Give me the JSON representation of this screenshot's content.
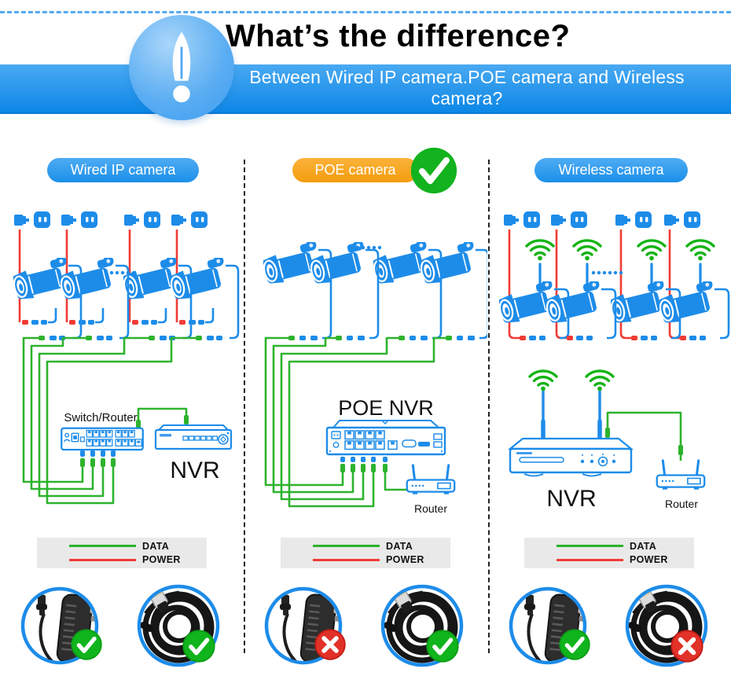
{
  "header": {
    "title": "What’s the difference?",
    "subtitle": "Between Wired IP camera.POE camera and Wireless camera?"
  },
  "legend": {
    "data_label": "DATA",
    "power_label": "POWER"
  },
  "columns": [
    {
      "label": "Wired IP camera",
      "recommended": false,
      "switch_label": "Switch/Router",
      "nvr_label": "NVR",
      "adapter_verdict": "check",
      "cable_verdict": "check"
    },
    {
      "label": "POE camera",
      "recommended": true,
      "nvr_label": "POE NVR",
      "router_label": "Router",
      "adapter_verdict": "cross",
      "cable_verdict": "check"
    },
    {
      "label": "Wireless camera",
      "recommended": false,
      "nvr_label": "NVR",
      "router_label": "Router",
      "adapter_verdict": "check",
      "cable_verdict": "cross"
    }
  ],
  "colors": {
    "blue": "#1d8ce9",
    "wire-green": "#2db32d",
    "wire-red": "#f13b34",
    "wifi-green": "#15b415",
    "pill-blue": "#2196f3",
    "pill-orange": "#f9a61d",
    "check-green": "#10b41c",
    "cross-red": "#e23128",
    "legend-bg": "#e9e9e9",
    "banner-top": "#4aa9f2",
    "banner-bottom": "#0c87e6"
  }
}
